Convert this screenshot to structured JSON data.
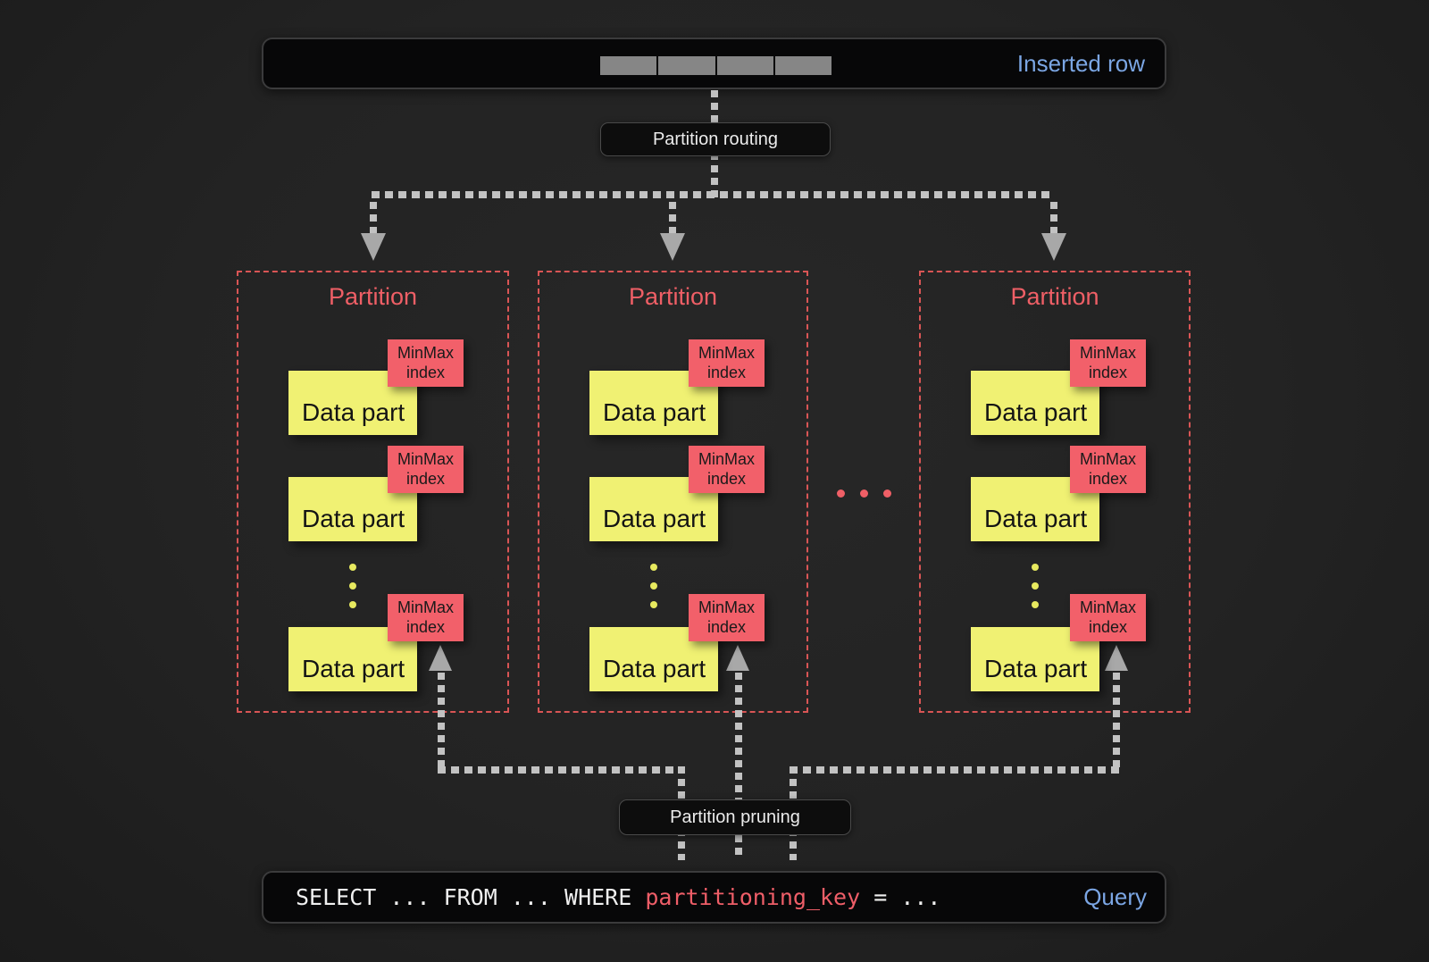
{
  "colors": {
    "bg": "#232323",
    "bar_bg": "#070708",
    "bar_border": "#3b3b3c",
    "label_bg": "#0d0d0d",
    "label_border": "#4a4a4a",
    "blue": "#7ba6e4",
    "white_text": "#ececec",
    "gray_dash": "#c2c2c2",
    "gray_arrow": "#a8a8a8",
    "cell_gray": "#868686",
    "yellow": "#f0f173",
    "yellow_dot": "#e7e95f",
    "red": "#f2606a",
    "red_border": "#d95555",
    "red_text": "#ef5f66",
    "query_red": "#ef5e68"
  },
  "inserted_row": {
    "label": "Inserted row",
    "cell_count": 4
  },
  "routing_label": "Partition routing",
  "pruning_label": "Partition pruning",
  "partitions": [
    {
      "title": "Partition",
      "parts": [
        {
          "label": "Data part",
          "tag": "MinMax index"
        },
        {
          "label": "Data part",
          "tag": "MinMax index"
        },
        {
          "label": "Data part",
          "tag": "MinMax index"
        }
      ]
    },
    {
      "title": "Partition",
      "parts": [
        {
          "label": "Data part",
          "tag": "MinMax index"
        },
        {
          "label": "Data part",
          "tag": "MinMax index"
        },
        {
          "label": "Data part",
          "tag": "MinMax index"
        }
      ]
    },
    {
      "title": "Partition",
      "parts": [
        {
          "label": "Data part",
          "tag": "MinMax index"
        },
        {
          "label": "Data part",
          "tag": "MinMax index"
        },
        {
          "label": "Data part",
          "tag": "MinMax index"
        }
      ]
    }
  ],
  "query": {
    "segments": [
      {
        "text": "SELECT ... FROM ... WHERE ",
        "color": "white"
      },
      {
        "text": "partitioning_key",
        "color": "red"
      },
      {
        "text": " = ...",
        "color": "white"
      }
    ],
    "label": "Query"
  }
}
